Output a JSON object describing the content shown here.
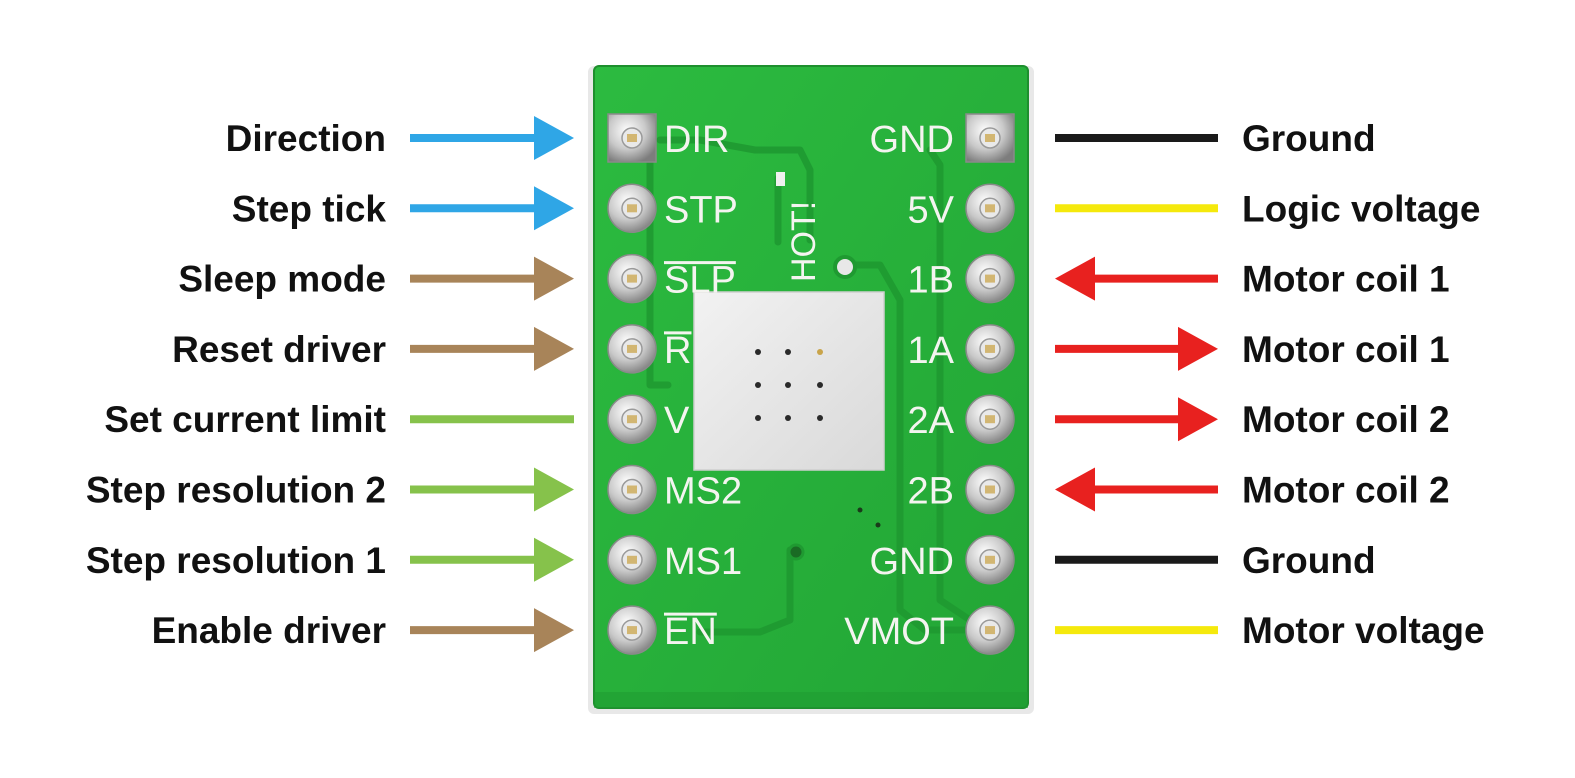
{
  "board": {
    "silkscreen_vertical": "HOT!",
    "colors": {
      "pcb": "#27b13a",
      "pcb_edge": "#1e8f2e",
      "trace": "#1f9a31",
      "silkscreen": "#f4f4f0",
      "heatsink": "#e6e6e6"
    }
  },
  "colors": {
    "blue": "#2fa6e6",
    "brown": "#a88459",
    "green": "#86c24b",
    "red": "#e8211f",
    "black": "#1a1a1a",
    "yellow": "#f5e90c"
  },
  "left_pins": [
    {
      "pin": "DIR",
      "overbar": false,
      "description": "Direction",
      "indicator": "arrow-in",
      "color": "blue",
      "pad_square": true
    },
    {
      "pin": "STP",
      "overbar": false,
      "description": "Step tick",
      "indicator": "arrow-in",
      "color": "blue",
      "pad_square": false
    },
    {
      "pin": "SLP",
      "overbar": true,
      "description": "Sleep mode",
      "indicator": "arrow-in",
      "color": "brown",
      "pad_square": false
    },
    {
      "pin": "R",
      "overbar": true,
      "description": "Reset driver",
      "indicator": "arrow-in",
      "color": "brown",
      "pad_square": false
    },
    {
      "pin": "V",
      "overbar": false,
      "description": "Set current limit",
      "indicator": "line",
      "color": "green",
      "pad_square": false
    },
    {
      "pin": "MS2",
      "overbar": false,
      "description": "Step resolution 2",
      "indicator": "arrow-in",
      "color": "green",
      "pad_square": false
    },
    {
      "pin": "MS1",
      "overbar": false,
      "description": "Step resolution 1",
      "indicator": "arrow-in",
      "color": "green",
      "pad_square": false
    },
    {
      "pin": "EN",
      "overbar": true,
      "description": "Enable driver",
      "indicator": "arrow-in",
      "color": "brown",
      "pad_square": false
    }
  ],
  "right_pins": [
    {
      "pin": "GND",
      "description": "Ground",
      "indicator": "line",
      "color": "black",
      "pad_square": true
    },
    {
      "pin": "5V",
      "description": "Logic voltage",
      "indicator": "line",
      "color": "yellow",
      "pad_square": false
    },
    {
      "pin": "1B",
      "description": "Motor coil 1",
      "indicator": "arrow-in",
      "color": "red",
      "pad_square": false
    },
    {
      "pin": "1A",
      "description": "Motor coil 1",
      "indicator": "arrow-out",
      "color": "red",
      "pad_square": false
    },
    {
      "pin": "2A",
      "description": "Motor coil 2",
      "indicator": "arrow-out",
      "color": "red",
      "pad_square": false
    },
    {
      "pin": "2B",
      "description": "Motor coil 2",
      "indicator": "arrow-in",
      "color": "red",
      "pad_square": false
    },
    {
      "pin": "GND",
      "description": "Ground",
      "indicator": "line",
      "color": "black",
      "pad_square": false
    },
    {
      "pin": "VMOT",
      "description": "Motor voltage",
      "indicator": "line",
      "color": "yellow",
      "pad_square": false
    }
  ]
}
